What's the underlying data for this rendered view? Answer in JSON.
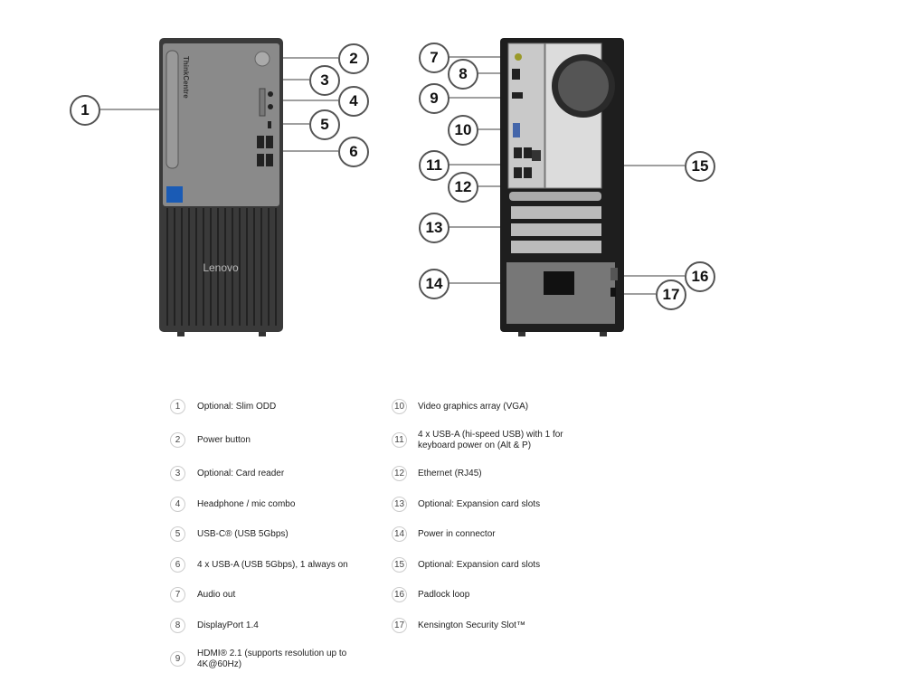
{
  "callouts": [
    "1",
    "2",
    "3",
    "4",
    "5",
    "6",
    "7",
    "8",
    "9",
    "10",
    "11",
    "12",
    "13",
    "14",
    "15",
    "16",
    "17"
  ],
  "front": {
    "brand": "Lenovo",
    "sub_brand": "ThinkCentre"
  },
  "legend": [
    {
      "num": "1",
      "text": "Optional: Slim ODD"
    },
    {
      "num": "2",
      "text": "Power button"
    },
    {
      "num": "3",
      "text": "Optional: Card reader"
    },
    {
      "num": "4",
      "text": "Headphone / mic combo"
    },
    {
      "num": "5",
      "text": "USB-C® (USB 5Gbps)"
    },
    {
      "num": "6",
      "text": "4 x USB-A (USB 5Gbps), 1 always on"
    },
    {
      "num": "7",
      "text": "Audio out"
    },
    {
      "num": "8",
      "text": "DisplayPort 1.4"
    },
    {
      "num": "9",
      "text": "HDMI® 2.1 (supports resolution up to 4K@60Hz)"
    },
    {
      "num": "10",
      "text": "Video graphics array (VGA)"
    },
    {
      "num": "11",
      "text": "4 x USB-A (hi-speed USB) with 1 for keyboard power on (Alt & P)"
    },
    {
      "num": "12",
      "text": "Ethernet (RJ45)"
    },
    {
      "num": "13",
      "text": "Optional: Expansion card slots"
    },
    {
      "num": "14",
      "text": "Power in connector"
    },
    {
      "num": "15",
      "text": "Optional: Expansion card slots"
    },
    {
      "num": "16",
      "text": "Padlock loop"
    },
    {
      "num": "17",
      "text": "Kensington Security Slot™"
    }
  ]
}
